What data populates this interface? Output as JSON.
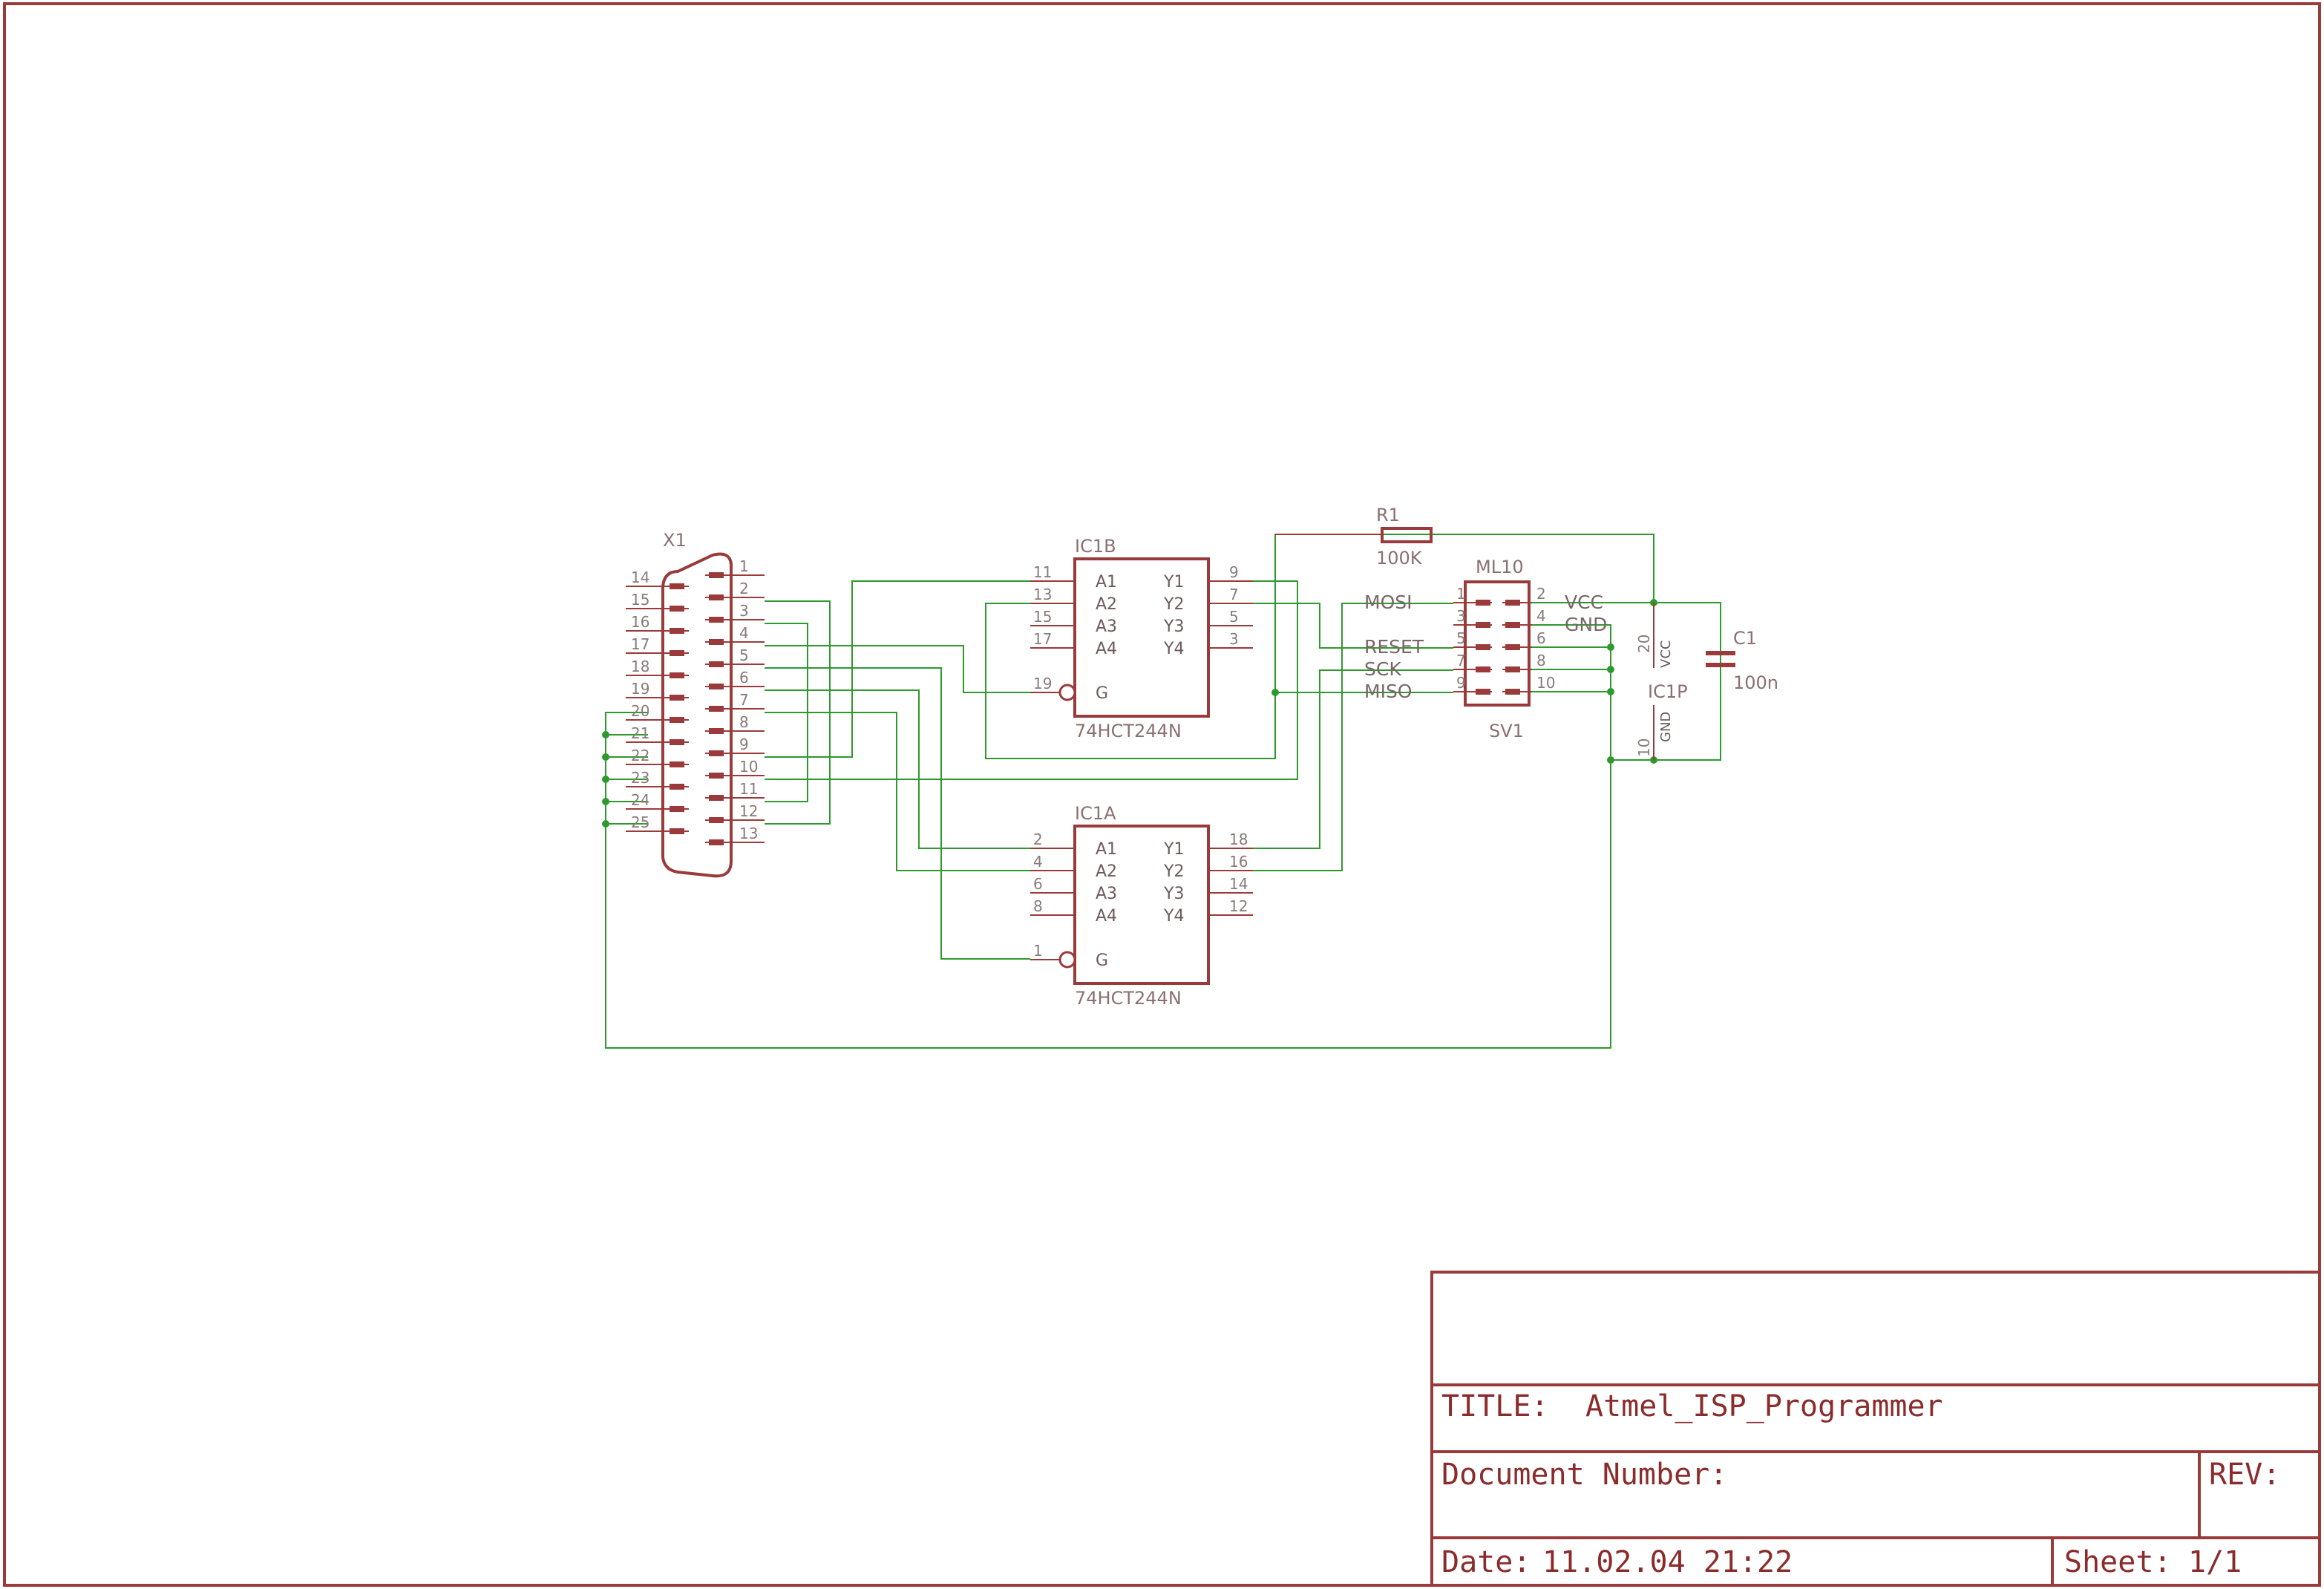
{
  "parts": {
    "x1": {
      "name": "X1",
      "left_pins": [
        "14",
        "15",
        "16",
        "17",
        "18",
        "19",
        "20",
        "21",
        "22",
        "23",
        "24",
        "25"
      ],
      "right_pins": [
        "1",
        "2",
        "3",
        "4",
        "5",
        "6",
        "7",
        "8",
        "9",
        "10",
        "11",
        "12",
        "13"
      ]
    },
    "ic1b": {
      "name": "IC1B",
      "value": "74HCT244N",
      "pins": [
        {
          "num": "11",
          "name": "A1"
        },
        {
          "num": "13",
          "name": "A2"
        },
        {
          "num": "15",
          "name": "A3"
        },
        {
          "num": "17",
          "name": "A4"
        },
        {
          "num": "9",
          "name": "Y1"
        },
        {
          "num": "7",
          "name": "Y2"
        },
        {
          "num": "5",
          "name": "Y3"
        },
        {
          "num": "3",
          "name": "Y4"
        },
        {
          "num": "19",
          "name": "G"
        }
      ]
    },
    "ic1a": {
      "name": "IC1A",
      "value": "74HCT244N",
      "pins": [
        {
          "num": "2",
          "name": "A1"
        },
        {
          "num": "4",
          "name": "A2"
        },
        {
          "num": "6",
          "name": "A3"
        },
        {
          "num": "8",
          "name": "A4"
        },
        {
          "num": "18",
          "name": "Y1"
        },
        {
          "num": "16",
          "name": "Y2"
        },
        {
          "num": "14",
          "name": "Y3"
        },
        {
          "num": "12",
          "name": "Y4"
        },
        {
          "num": "1",
          "name": "G"
        }
      ]
    },
    "r1": {
      "name": "R1",
      "value": "100K"
    },
    "sv1": {
      "name": "SV1",
      "value": "ML10",
      "left_pins": [
        "1",
        "3",
        "5",
        "7",
        "9"
      ],
      "right_pins": [
        "2",
        "4",
        "6",
        "8",
        "10"
      ],
      "left_signals": [
        "MOSI",
        "",
        "RESET",
        "SCK",
        "MISO"
      ],
      "right_signals": [
        "VCC",
        "GND"
      ]
    },
    "c1": {
      "name": "C1",
      "value": "100n"
    },
    "ic1p": {
      "name": "IC1P",
      "pins": [
        {
          "num": "20",
          "name": "VCC"
        },
        {
          "num": "10",
          "name": "GND"
        }
      ]
    }
  },
  "title_block": {
    "title_label": "TITLE:",
    "title": "Atmel_ISP_Programmer",
    "docnum_label": "Document Number:",
    "rev_label": "REV:",
    "date_label": "Date:",
    "date": "11.02.04 21:22",
    "sheet_label": "Sheet:",
    "sheet": "1/1"
  },
  "colors": {
    "frame": "#9b3a3a",
    "wire": "#2e9a2e",
    "text": "#8a7070"
  }
}
